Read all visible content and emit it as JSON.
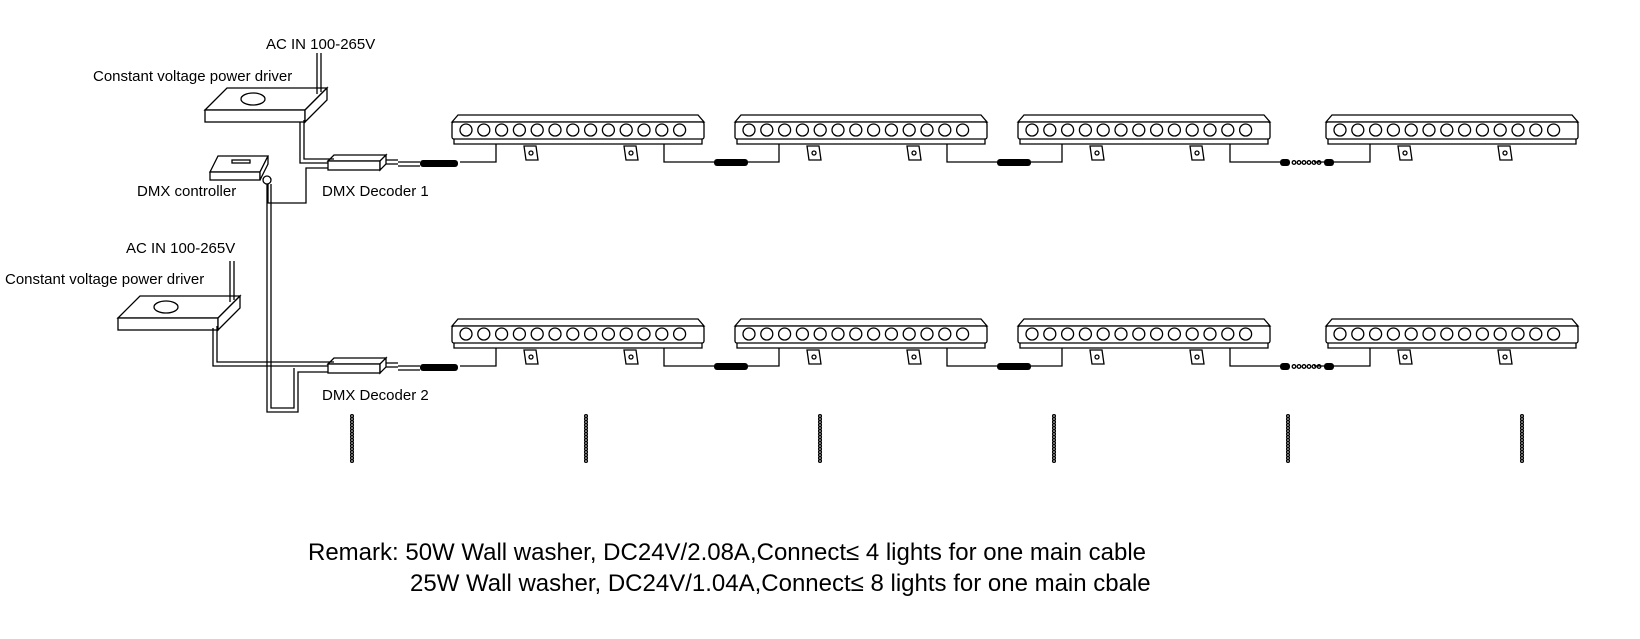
{
  "labels": {
    "ac_in_top": "AC IN 100-265V",
    "power_driver_top": "Constant voltage power driver",
    "dmx_controller": "DMX controller",
    "decoder_1": "DMX Decoder 1",
    "ac_in_bottom": "AC IN 100-265V",
    "power_driver_bottom": "Constant voltage power driver",
    "decoder_2": "DMX Decoder 2"
  },
  "remark": {
    "line1": "Remark: 50W Wall washer, DC24V/2.08A,Connect≤ 4 lights for one main cable",
    "line2": "25W Wall washer, DC24V/1.04A,Connect≤ 8 lights for one main cbale"
  },
  "rows": [
    {
      "name": "row-1",
      "lights": 4
    },
    {
      "name": "row-2",
      "lights": 4
    }
  ],
  "continuation_markers": 6
}
